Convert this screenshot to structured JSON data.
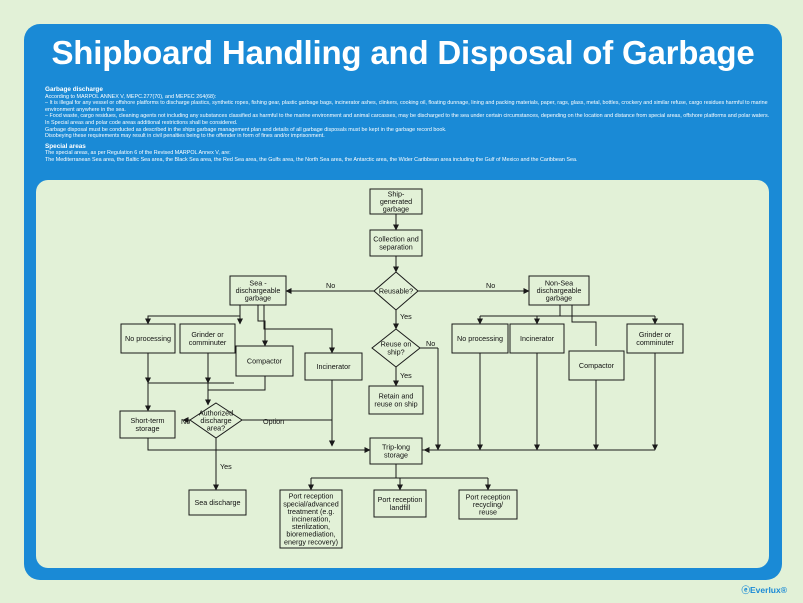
{
  "title": "Shipboard Handling and Disposal of Garbage",
  "info": {
    "garbage_discharge": {
      "heading": "Garbage discharge",
      "lines": [
        "According to MARPOL ANNEX V, MEPC.277(70), and MEPEC 264(68):",
        "– It is illegal for any vessel or offshore platforms to discharge plastics, synthetic ropes, fishing gear, plastic garbage bags, incinerator ashes, clinkers, cooking oil, floating dunnage, lining and packing materials, paper, rags, glass, metal, bottles, crockery and similar refuse, cargo residues harmful to marine environment anywhere in the sea.",
        "– Food waste, cargo residues, cleaning agents not including any substances classified as harmful to the marine environment and animal carcasses, may be discharged to the sea under certain circumstances, depending on the location and distance from special areas, offshore platforms and polar waters. In Special areas and polar code areas additional restrictions shall be considered.",
        "Garbage disposal must be conducted as described in the ships garbage management plan and details of all garbage disposals must be kept in the garbage record book.",
        "Disobeying these requirements may result in civil penalties being to the offender in form of fines and/or imprisonment."
      ]
    },
    "special_areas": {
      "heading": "Special areas",
      "lines": [
        "The special areas, as per Regulation 6 of the Revised MARPOL Annex V, are:",
        "The Mediterranean Sea area, the Baltic Sea area, the Black Sea area, the Red Sea area, the Gulfs area, the North Sea area, the Antarctic area, the Wider Caribbean area including the Gulf of Mexico and the Caribbean Sea."
      ]
    }
  },
  "flowchart": {
    "nodes": {
      "ship_generated": [
        "Ship-",
        "generated",
        "garbage"
      ],
      "collection": [
        "Collection and",
        "separation"
      ],
      "reusable": [
        "Reusable?"
      ],
      "sea_dischargeable": [
        "Sea -",
        "dischargeable",
        "garbage"
      ],
      "non_sea": [
        "Non-Sea",
        "dischargeable",
        "garbage"
      ],
      "no_processing_left": [
        "No processing"
      ],
      "grinder_left": [
        "Grinder or",
        "comminuter"
      ],
      "compactor_left": [
        "Compactor"
      ],
      "incinerator_left": [
        "Incinerator"
      ],
      "reuse_on_ship": [
        "Reuse on",
        "ship?"
      ],
      "retain_reuse": [
        "Retain and",
        "reuse on ship"
      ],
      "no_processing_right": [
        "No processing"
      ],
      "incinerator_right": [
        "Incinerator"
      ],
      "compactor_right": [
        "Compactor"
      ],
      "grinder_right": [
        "Grinder or",
        "comminuter"
      ],
      "short_term": [
        "Short-term",
        "storage"
      ],
      "authorized": [
        "Authorized",
        "discharge",
        "area?"
      ],
      "trip_long": [
        "Trip-long",
        "storage"
      ],
      "sea_discharge": [
        "Sea discharge"
      ],
      "port_special": [
        "Port reception",
        "special/advanced",
        "treatment (e.g.",
        "incineration,",
        "sterilization,",
        "bioremediation,",
        "energy recovery)"
      ],
      "port_landfill": [
        "Port reception",
        "landfill"
      ],
      "port_recycling": [
        "Port reception",
        "recycling/",
        "reuse"
      ]
    },
    "labels": {
      "reusable_no_left": "No",
      "reusable_no_right": "No",
      "reusable_yes": "Yes",
      "reuse_no": "No",
      "reuse_yes": "Yes",
      "auth_no": "No",
      "auth_yes": "Yes",
      "auth_option": "Option"
    }
  },
  "brand": "ⓔEverlux®",
  "colors": {
    "sign_blue": "#1a8ad6",
    "background_green": "#e2f1d7",
    "text_white": "#ffffff",
    "line_black": "#1a1a1a"
  }
}
